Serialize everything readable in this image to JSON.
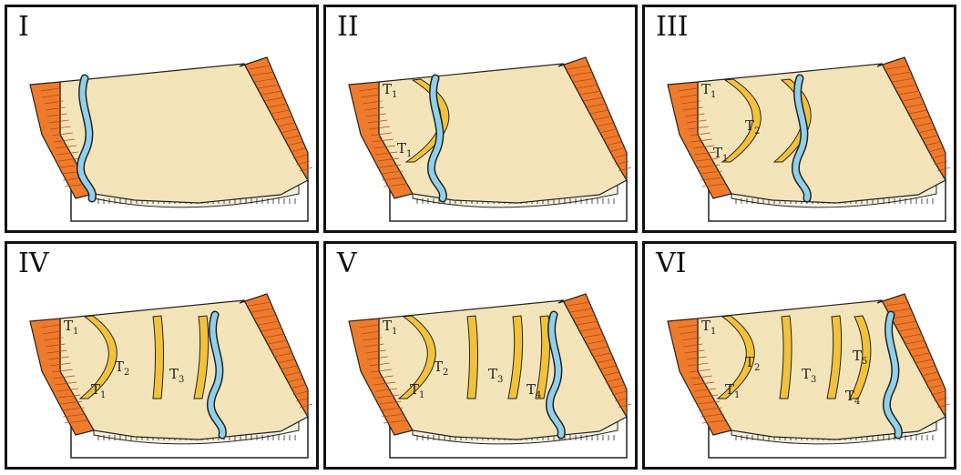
{
  "panels": [
    {
      "numeral": "I",
      "terraces": []
    },
    {
      "numeral": "II",
      "terraces": [
        {
          "label": "T",
          "sub": "1"
        },
        {
          "label": "T",
          "sub": "1"
        }
      ]
    },
    {
      "numeral": "III",
      "terraces": [
        {
          "label": "T",
          "sub": "1"
        },
        {
          "label": "T",
          "sub": "2"
        },
        {
          "label": "T",
          "sub": "1"
        }
      ]
    },
    {
      "numeral": "IV",
      "terraces": [
        {
          "label": "T",
          "sub": "1"
        },
        {
          "label": "T",
          "sub": "2"
        },
        {
          "label": "T",
          "sub": "3"
        },
        {
          "label": "T",
          "sub": "1"
        }
      ]
    },
    {
      "numeral": "V",
      "terraces": [
        {
          "label": "T",
          "sub": "1"
        },
        {
          "label": "T",
          "sub": "2"
        },
        {
          "label": "T",
          "sub": "3"
        },
        {
          "label": "T",
          "sub": "4"
        },
        {
          "label": "T",
          "sub": "1"
        }
      ]
    },
    {
      "numeral": "VI",
      "terraces": [
        {
          "label": "T",
          "sub": "1"
        },
        {
          "label": "T",
          "sub": "2"
        },
        {
          "label": "T",
          "sub": "3"
        },
        {
          "label": "T",
          "sub": "5"
        },
        {
          "label": "T",
          "sub": "4"
        },
        {
          "label": "T",
          "sub": "1"
        }
      ]
    }
  ],
  "colors": {
    "valley_floor": "#f3e3b8",
    "valley_wall": "#ee7a2c",
    "terrace_scarp": "#f2c13c",
    "river": "#8fd0ea",
    "alluvium": "#f5f0dc",
    "outline": "#222222"
  }
}
